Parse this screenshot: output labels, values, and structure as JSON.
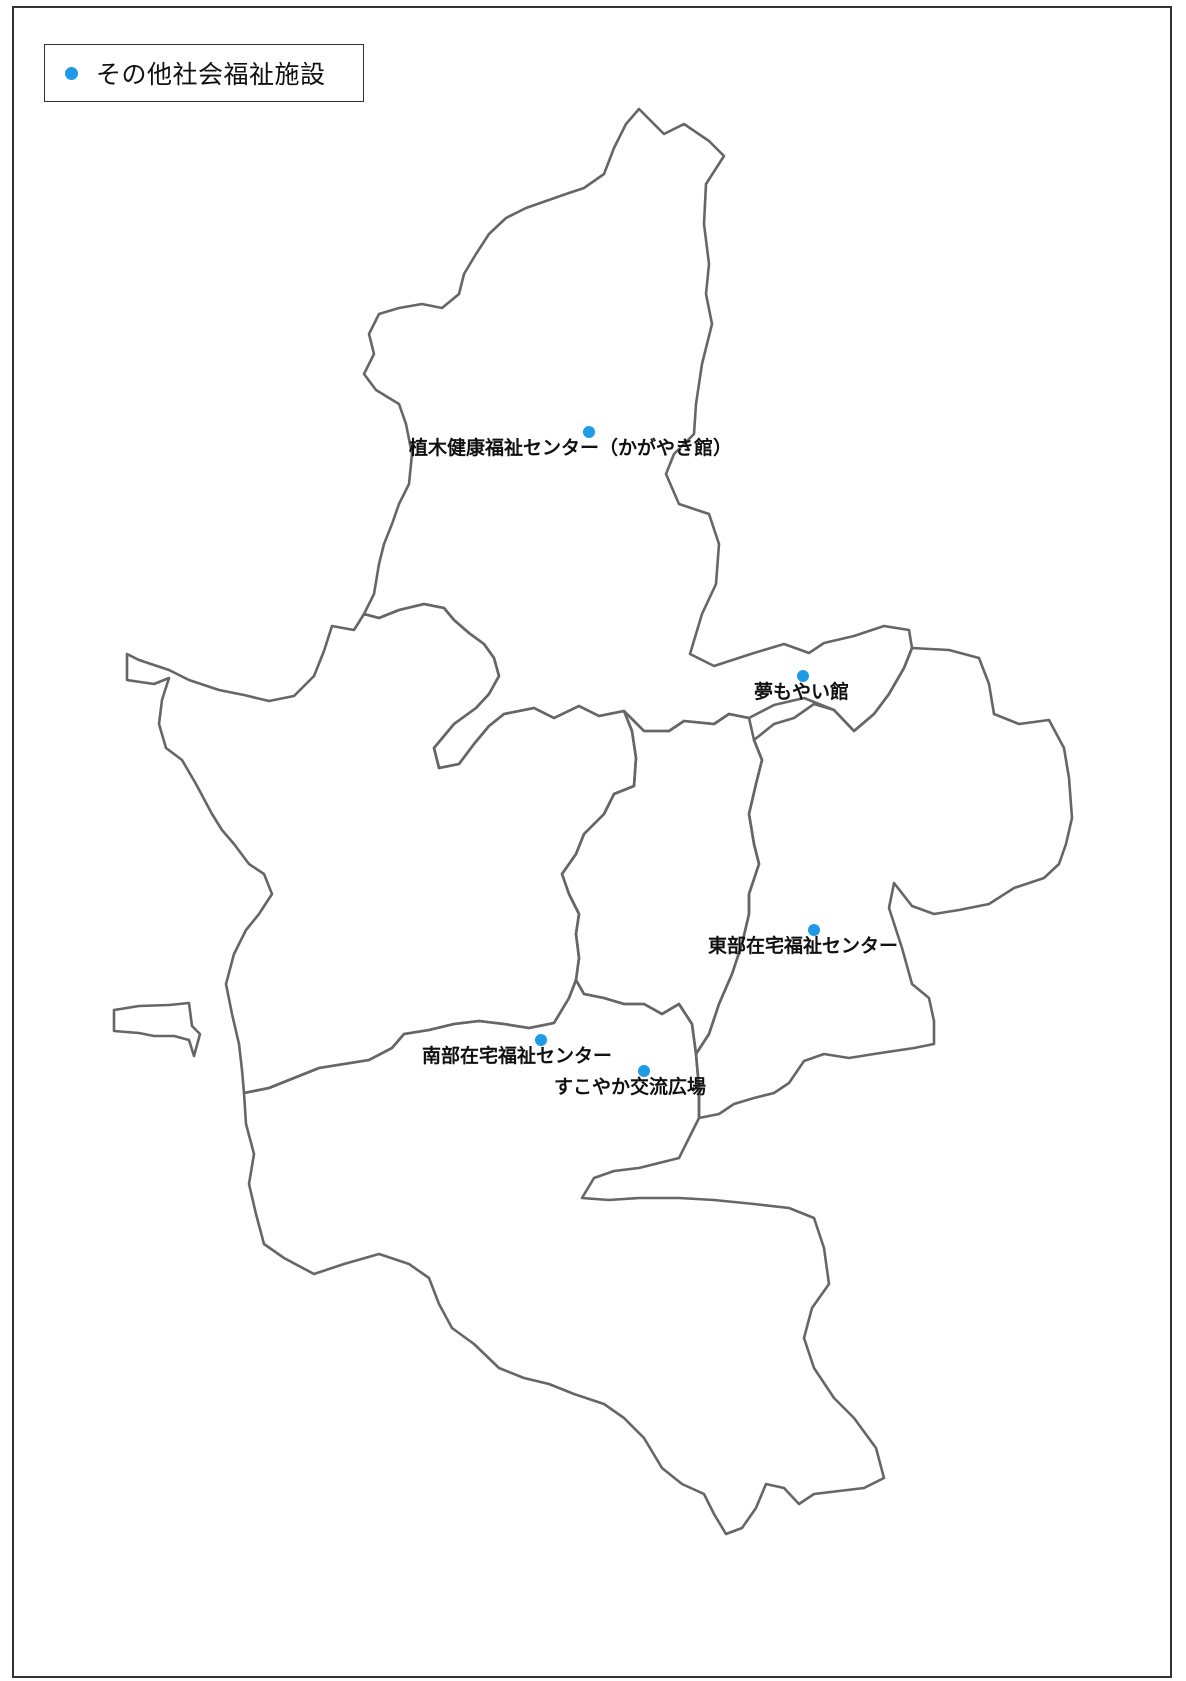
{
  "legend": {
    "label": "その他社会福祉施設",
    "marker_color": "#1e9ae6"
  },
  "map": {
    "boundary_color": "#666666",
    "facilities": [
      {
        "name": "植木健康福祉センター（かがやき館）",
        "icon": "facility-dot"
      },
      {
        "name": "夢もやい館",
        "icon": "facility-dot"
      },
      {
        "name": "東部在宅福祉センター",
        "icon": "facility-dot"
      },
      {
        "name": "南部在宅福祉センター",
        "icon": "facility-dot"
      },
      {
        "name": "すこやか交流広場",
        "icon": "facility-dot"
      }
    ]
  }
}
